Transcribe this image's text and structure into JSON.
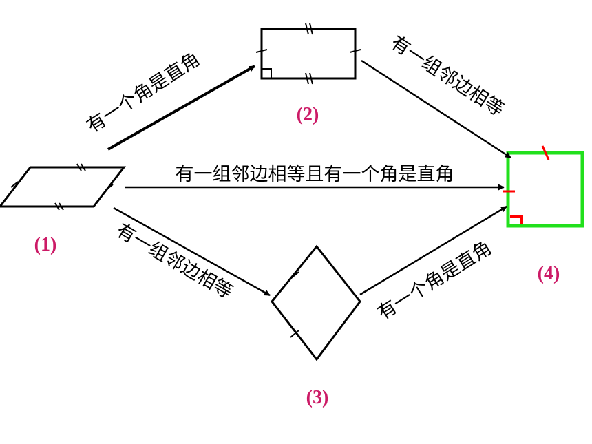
{
  "colors": {
    "ink": "#000000",
    "figure_label": "#cc1a66",
    "square_outline": "#22e01c",
    "square_marks": "#ff0000"
  },
  "figures": {
    "parallelogram": {
      "label": "(1)"
    },
    "rectangle": {
      "label": "(2)"
    },
    "rhombus": {
      "label": "(3)"
    },
    "square": {
      "label": "(4)"
    }
  },
  "transitions": {
    "parallelogram_to_rectangle": "有一个角是直角",
    "rectangle_to_square": "有一组邻边相等",
    "parallelogram_to_square": "有一组邻边相等且有一个角是直角",
    "parallelogram_to_rhombus": "有一组邻边相等",
    "rhombus_to_square": "有一个角是直角"
  }
}
